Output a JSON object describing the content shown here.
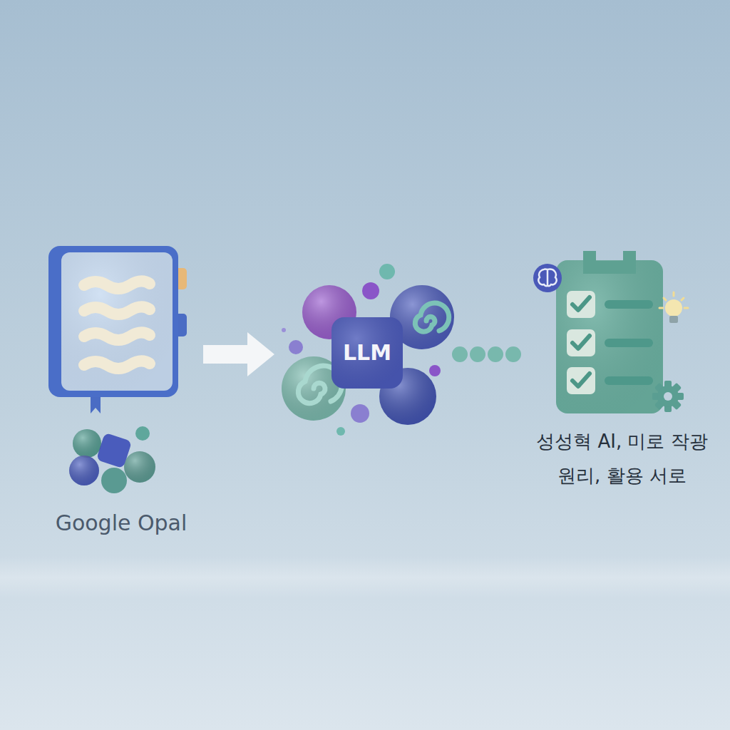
{
  "diagram": {
    "nodes": [
      {
        "text": [
          "Google Opal"
        ]
      },
      {
        "text": [
          "LLM"
        ]
      },
      {
        "text": [
          "성성혁 AI, 미로 작광 원리, 활용 서로"
        ]
      }
    ],
    "edges": [
      {
        "from": 0,
        "to": 1,
        "arrow": "to"
      },
      {
        "from": 1,
        "to": 2,
        "arrow": "none"
      }
    ]
  }
}
